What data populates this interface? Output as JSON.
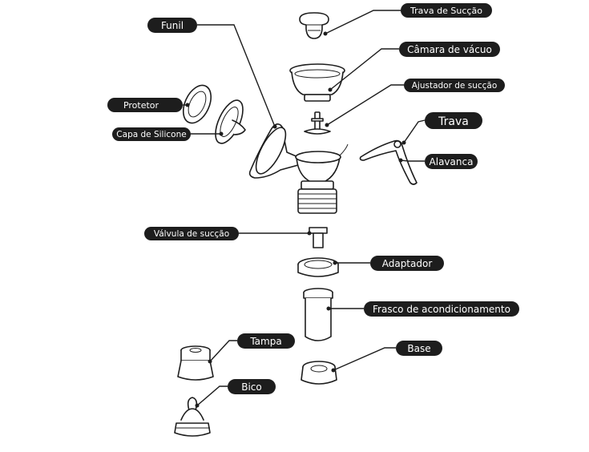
{
  "labels": {
    "funil": "Funil",
    "trava_succao": "Trava de Sucção",
    "camara_vacuo": "Câmara de vácuo",
    "ajustador_succao": "Ajustador de sucção",
    "trava": "Trava",
    "alavanca": "Alavanca",
    "protetor": "Protetor",
    "capa_silicone": "Capa de Silicone",
    "valvula_succao": "Válvula de sucção",
    "adaptador": "Adaptador",
    "frasco": "Frasco de acondicionamento",
    "tampa": "Tampa",
    "base": "Base",
    "bico": "Bico"
  }
}
